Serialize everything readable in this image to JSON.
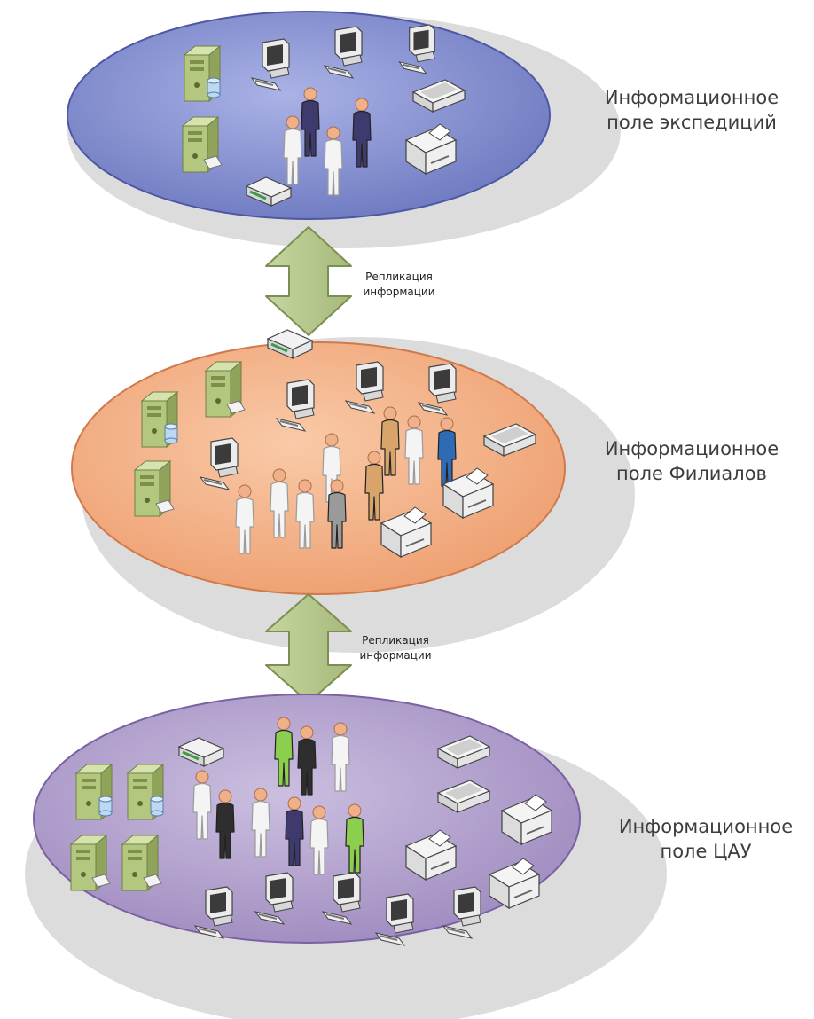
{
  "zones": [
    {
      "id": "expeditions",
      "line1": "Информационное",
      "line2": "поле экспедиций",
      "fill": "#7b86c6",
      "edge": "#4d58a3"
    },
    {
      "id": "branches",
      "line1": "Информационное",
      "line2": "поле Филиалов",
      "fill": "#f2aa80",
      "edge": "#d07a4c"
    },
    {
      "id": "tsau",
      "line1": "Информационное",
      "line2": "поле ЦАУ",
      "fill": "#a996c6",
      "edge": "#7a62a2"
    }
  ],
  "replication": [
    {
      "line1": "Репликация",
      "line2": "информации"
    },
    {
      "line1": "Репликация",
      "line2": "информации"
    }
  ],
  "colors": {
    "shadow": "#dcdcdc",
    "arrow_fill": "#b3c58a",
    "arrow_edge": "#7c8f52",
    "server": "#b4c77f",
    "person_white": "#f4f4f4",
    "person_purple": "#3f3a6e",
    "person_black": "#2e2e2e",
    "person_orange": "#d8a46a",
    "person_blue": "#2f6bb5",
    "person_green": "#8ccf4f",
    "person_gray": "#9a9a9a"
  }
}
